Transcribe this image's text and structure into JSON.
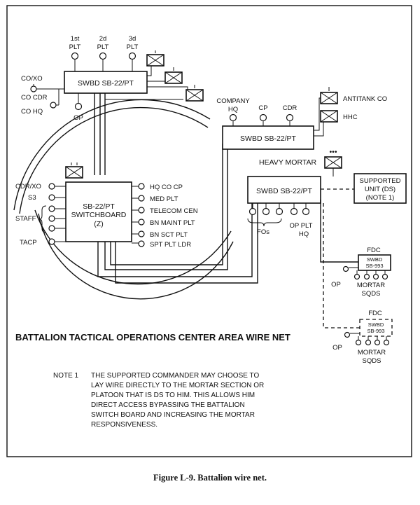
{
  "switchboards": {
    "top_left": "SWBD SB-22/PT",
    "company_hq": "SWBD SB-22/PT",
    "heavy_mortar": "SWBD SB-22/PT",
    "battalion_line1": "SB-22/PT",
    "battalion_line2": "SWITCHBOARD",
    "battalion_line3": "(Z)",
    "fdc1_line1": "SWBD",
    "fdc1_line2": "SB-993",
    "fdc2_line1": "SWBD",
    "fdc2_line2": "SB-993"
  },
  "labels": {
    "plt1_a": "1st",
    "plt1_b": "PLT",
    "plt2_a": "2d",
    "plt2_b": "PLT",
    "plt3_a": "3d",
    "plt3_b": "PLT",
    "co_xo": "CO/XO",
    "co_cdr": "CO CDR",
    "co_hq": "CO HQ",
    "op_top": "OP",
    "company_hq_a": "COMPANY",
    "company_hq_b": "HQ",
    "cp": "CP",
    "cdr": "CDR",
    "antitank_co": "ANTITANK CO",
    "hhc": "HHC",
    "heavy_mortar": "HEAVY MORTAR",
    "supported_a": "SUPPORTED",
    "supported_b": "UNIT (DS)",
    "supported_c": "(NOTE 1)",
    "fos": "FOs",
    "op_plt_hq_a": "OP PLT",
    "op_plt_hq_b": "HQ",
    "cdr_xo": "CDR/XO",
    "s3": "S3",
    "staff": "STAFF",
    "tacp": "TACP",
    "hq_co_cp": "HQ CO CP",
    "med_plt": "MED PLT",
    "telecom_cen": "TELECOM CEN",
    "bn_maint_plt": "BN MAINT PLT",
    "bn_sct_plt": "BN SCT PLT",
    "spt_plt_ldr": "SPT PLT LDR",
    "fdc1": "FDC",
    "op_fdc1": "OP",
    "mortar_sqds1_a": "MORTAR",
    "mortar_sqds1_b": "SQDS",
    "fdc2": "FDC",
    "op_fdc2": "OP",
    "mortar_sqds2_a": "MORTAR",
    "mortar_sqds2_b": "SQDS"
  },
  "title": "BATTALION TACTICAL OPERATIONS CENTER AREA WIRE NET",
  "note": {
    "label": "NOTE 1",
    "lines": [
      "THE SUPPORTED COMMANDER MAY CHOOSE TO",
      "LAY WIRE DIRECTLY TO THE MORTAR SECTION OR",
      "PLATOON THAT IS DS TO HIM. THIS ALLOWS HIM",
      "DIRECT ACCESS BYPASSING THE BATTALION",
      "SWITCH BOARD AND INCREASING THE MORTAR",
      "RESPONSIVENESS."
    ]
  },
  "caption": "Figure L-9.    Battalion wire net."
}
